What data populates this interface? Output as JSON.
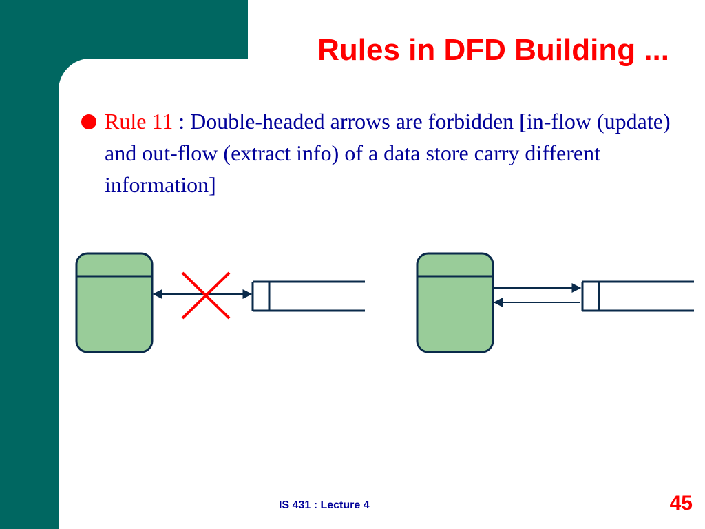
{
  "slide": {
    "title": "Rules in DFD Building ...",
    "bullet": {
      "label": "Rule 11",
      "text": " : Double-headed arrows are forbidden [in-flow (update) and out-flow (extract info) of a data store carry different information]"
    },
    "footer": "IS 431 : Lecture 4",
    "page_number": "45"
  },
  "colors": {
    "teal": "#006761",
    "red": "#ff0000",
    "navy": "#000099",
    "process_fill": "#99cc99",
    "line": "#0a2a4a"
  }
}
